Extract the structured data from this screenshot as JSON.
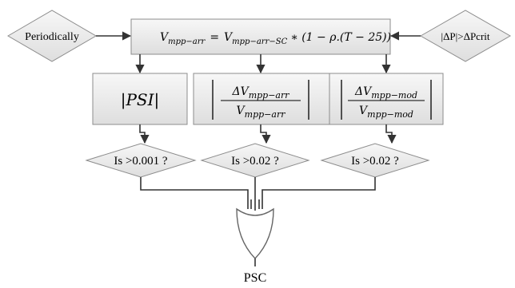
{
  "inputs": {
    "left_trigger": "Periodically",
    "right_trigger": "|ΔP|>ΔPcrit"
  },
  "equation": {
    "lhs": "V",
    "lhs_sub": "mpp−arr",
    "eq": "=",
    "rhs_v": "V",
    "rhs_sub": "mpp−arr−SC",
    "rhs_rest": "∗ (1 − ρ.(T − 25))"
  },
  "metrics": [
    {
      "id": "psi",
      "text": "|PSI|"
    },
    {
      "id": "arr",
      "num": "ΔV",
      "num_sub": "mpp−arr",
      "den": "V",
      "den_sub": "mpp−arr"
    },
    {
      "id": "mod",
      "num": "ΔV",
      "num_sub": "mpp−mod",
      "den": "V",
      "den_sub": "mpp−mod"
    }
  ],
  "decisions": [
    {
      "label": "Is >0.001 ?"
    },
    {
      "label": "Is >0.02 ?"
    },
    {
      "label": "Is >0.02 ?"
    }
  ],
  "output": {
    "label": "PSC"
  }
}
